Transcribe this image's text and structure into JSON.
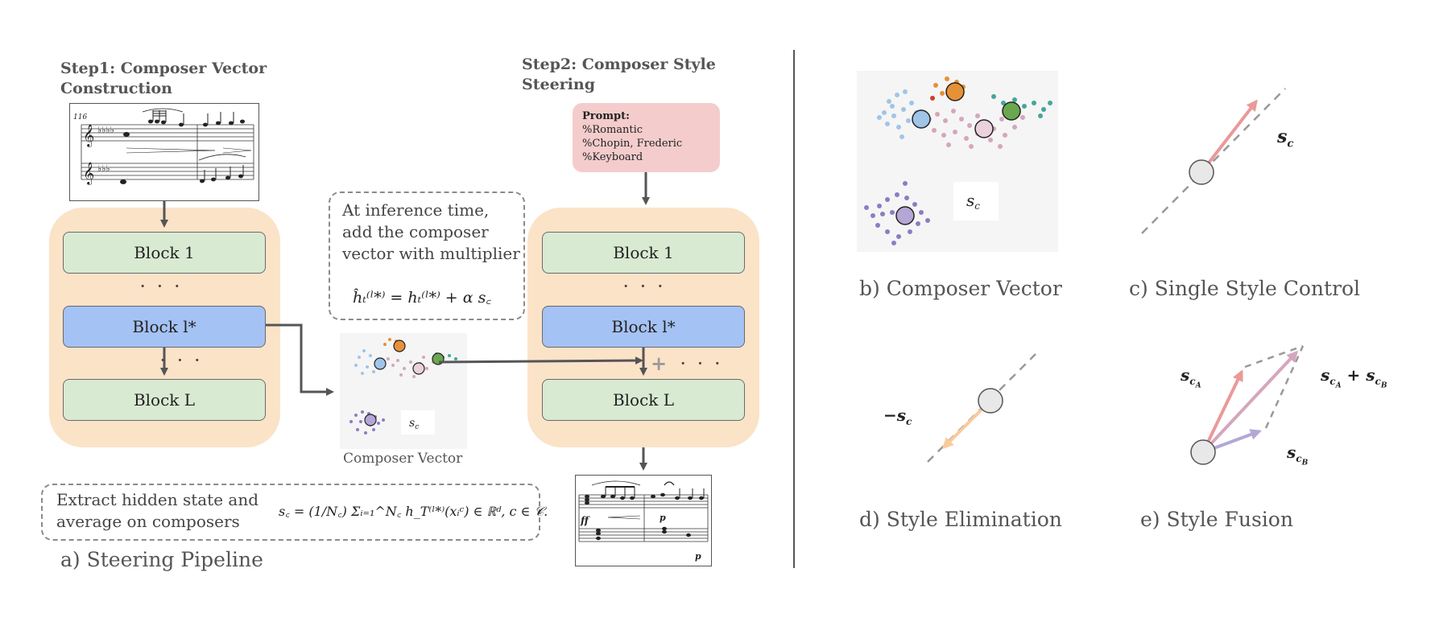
{
  "step1": {
    "title_line1": "Step1: Composer Vector",
    "title_line2": "Construction"
  },
  "step2": {
    "title_line1": "Step2: Composer Style",
    "title_line2": "Steering"
  },
  "score_top": {
    "measure_number": "116"
  },
  "blocks": {
    "block_1": "Block 1",
    "block_l_star": "Block l*",
    "block_L": "Block L",
    "ellipsis": "· · ·"
  },
  "inference_note": {
    "line1": "At inference time,",
    "line2": "add the composer",
    "line3": "vector with multiplier",
    "formula": "ĥₜ⁽ˡ*⁾ = hₜ⁽ˡ*⁾ + α s꜀"
  },
  "composer_vector_caption": "Composer Vector",
  "prompt": {
    "heading": "Prompt:",
    "lines": [
      "%Romantic",
      "%Chopin, Frederic",
      "%Keyboard"
    ]
  },
  "extract_note": {
    "line1": "Extract hidden state and",
    "line2": "average on composers",
    "formula": "s꜀ = (1/N꜀) Σᵢ₌₁^N꜀ h_T⁽ˡ*⁾(xᵢᶜ) ∈ ℝᵈ,      c ∈ 𝒞."
  },
  "captions": {
    "a": "a) Steering Pipeline",
    "b": "b) Composer Vector",
    "c": "c) Single Style Control",
    "d": "d) Style Elimination",
    "e": "e) Style Fusion"
  },
  "vector_labels": {
    "s_c": "s",
    "neg_s_c": "−s",
    "s_cA": "s",
    "s_cB": "s",
    "s_cA_plus_s_cB": "s"
  },
  "score_bottom": {
    "dynamic_ff": "ff",
    "dynamic_p": "p",
    "dynamic_p2": "p"
  },
  "colors": {
    "panel_bg": "#fbe3c8",
    "block_green": "#d9ead3",
    "block_blue": "#a4c2f4",
    "prompt_bg": "#f4cccc",
    "cluster_blue": "#9fc5e8",
    "cluster_orange": "#e69138",
    "cluster_green": "#6aa84f",
    "cluster_pink": "#ead1dc",
    "cluster_purple": "#b4a7d6",
    "arrow_red": "#ea9999",
    "arrow_orange": "#f9cb9c",
    "arrow_mauve": "#d5a6bd",
    "arrow_purple": "#b4a7d6"
  }
}
